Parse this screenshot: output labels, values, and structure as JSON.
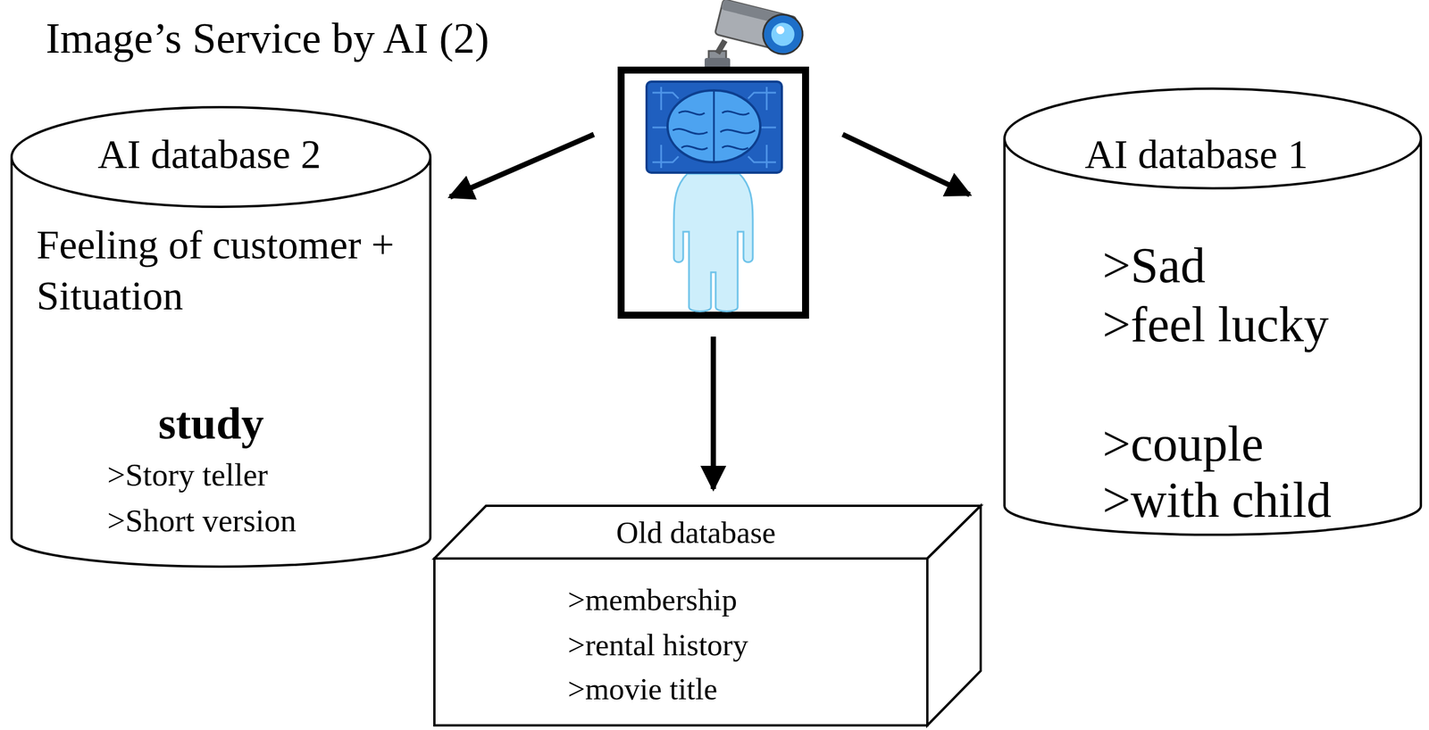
{
  "diagram": {
    "title": "Image’s Service by AI (2)",
    "nodes": [
      {
        "text": [
          "AI database 2",
          "Feeling of customer + Situation",
          "study",
          ">Story teller",
          ">Short version"
        ]
      },
      {
        "text": [
          "Old database",
          ">membership",
          ">rental history",
          ">movie title"
        ]
      },
      {
        "text": [
          "AI database 1",
          ">Sad",
          ">feel lucky",
          ">couple",
          ">with child"
        ]
      }
    ]
  }
}
